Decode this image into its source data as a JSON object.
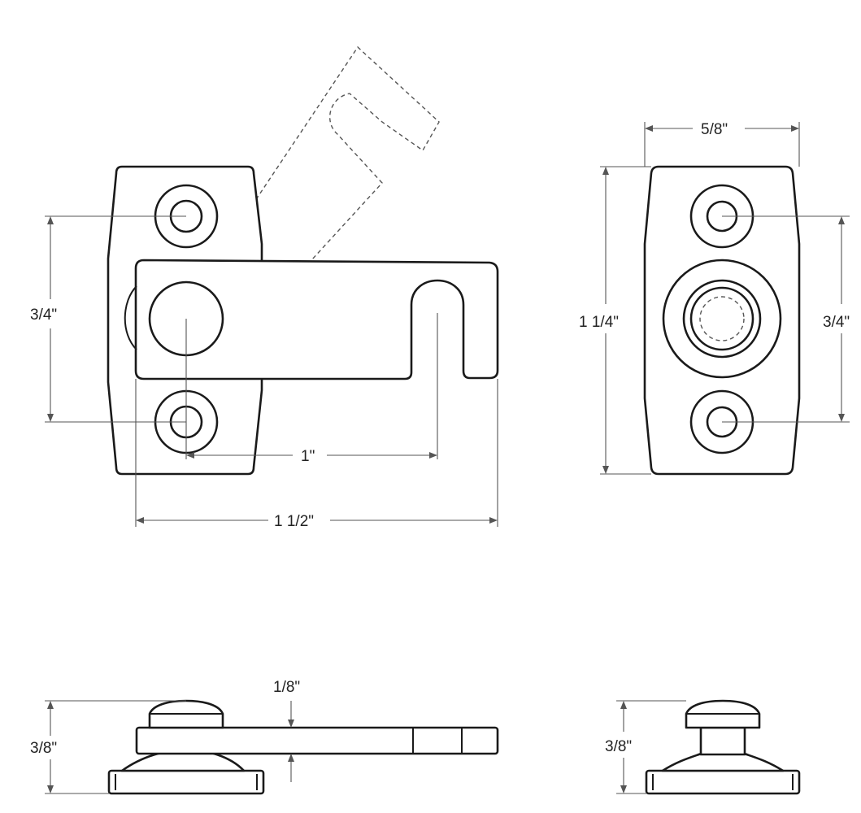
{
  "views": {
    "front": {
      "height_label": "3/4\"",
      "pivot_to_slot_label": "1\"",
      "overall_length_label": "1 1/2\""
    },
    "keeper": {
      "width_label": "5/8\"",
      "height_label": "1 1/4\"",
      "hole_spacing_label": "3/4\""
    },
    "side": {
      "thickness_label": "1/8\"",
      "height_label": "3/8\""
    },
    "end": {
      "height_label": "3/8\""
    }
  }
}
